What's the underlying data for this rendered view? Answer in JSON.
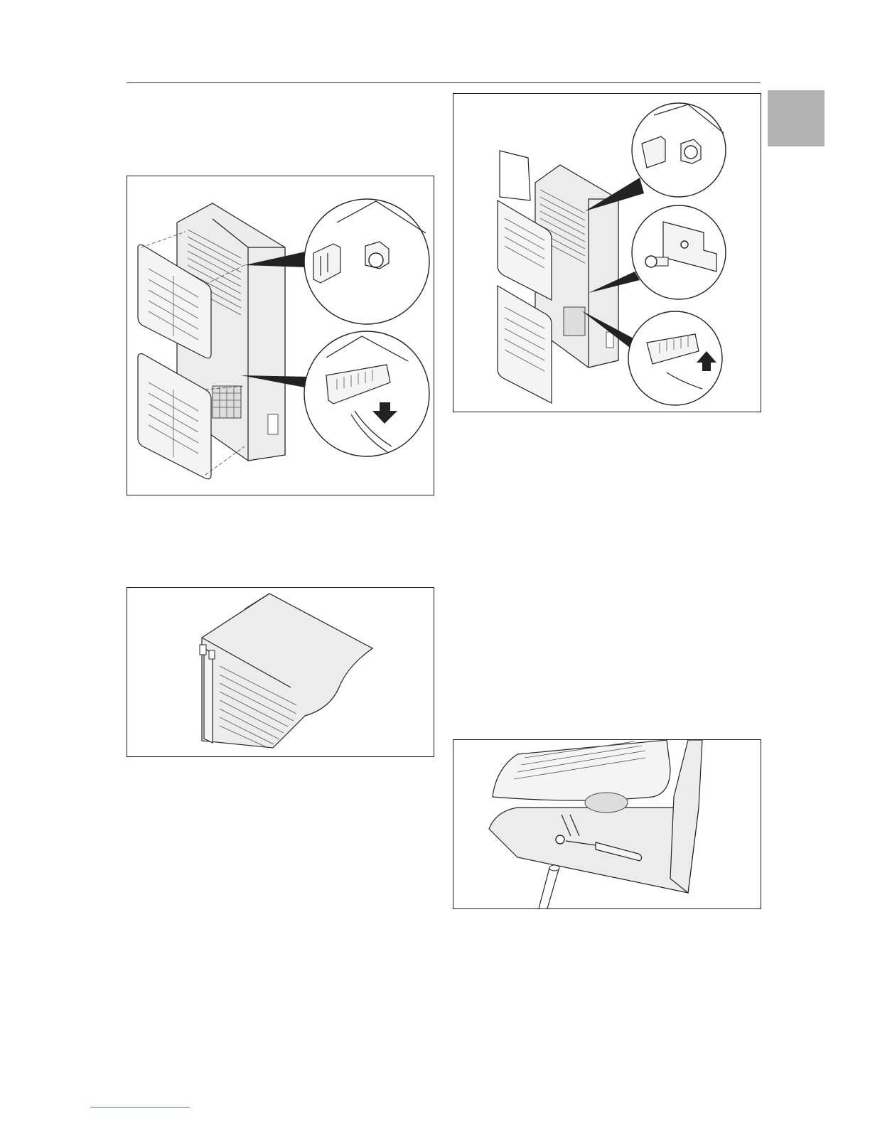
{
  "colors": {
    "tab": "#b3b3b3",
    "rule": "#333333",
    "link": "#4a6fd1"
  },
  "figures": [
    {
      "id": "fig1",
      "depicts": "device-front-panel-removal"
    },
    {
      "id": "fig2",
      "depicts": "device-front-panel-installation"
    },
    {
      "id": "fig3",
      "depicts": "device-top-corner-detail"
    },
    {
      "id": "fig4",
      "depicts": "condensate-hose-connection"
    }
  ]
}
